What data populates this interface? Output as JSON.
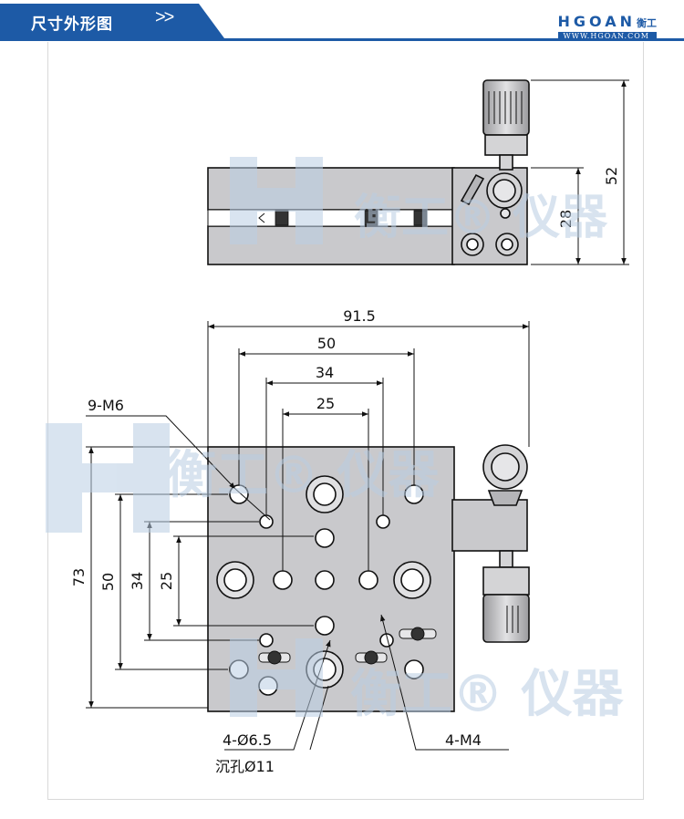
{
  "header": {
    "title": "尺寸外形图",
    "arrows": ">>",
    "brand": {
      "name": "HGOAN",
      "cn": "衡工",
      "url": "WWW.HGOAN.COM"
    }
  },
  "watermark": {
    "text": "衡工® 仪器"
  },
  "colors": {
    "accent": "#1d5aa6",
    "part_fill": "#c9c9cc",
    "line": "#111111",
    "watermark": "#b9cde3"
  },
  "side_view": {
    "dims": {
      "total_height": "52",
      "body_height": "28"
    }
  },
  "top_view": {
    "dims": {
      "width_total": "91.5",
      "w50": "50",
      "w34": "34",
      "w25": "25",
      "h73": "73",
      "h50": "50",
      "h34": "34",
      "h25": "25"
    },
    "callouts": {
      "m6": "9-M6",
      "hole": "4-Ø6.5",
      "counterbore": "沉孔Ø11",
      "m4": "4-M4"
    }
  }
}
